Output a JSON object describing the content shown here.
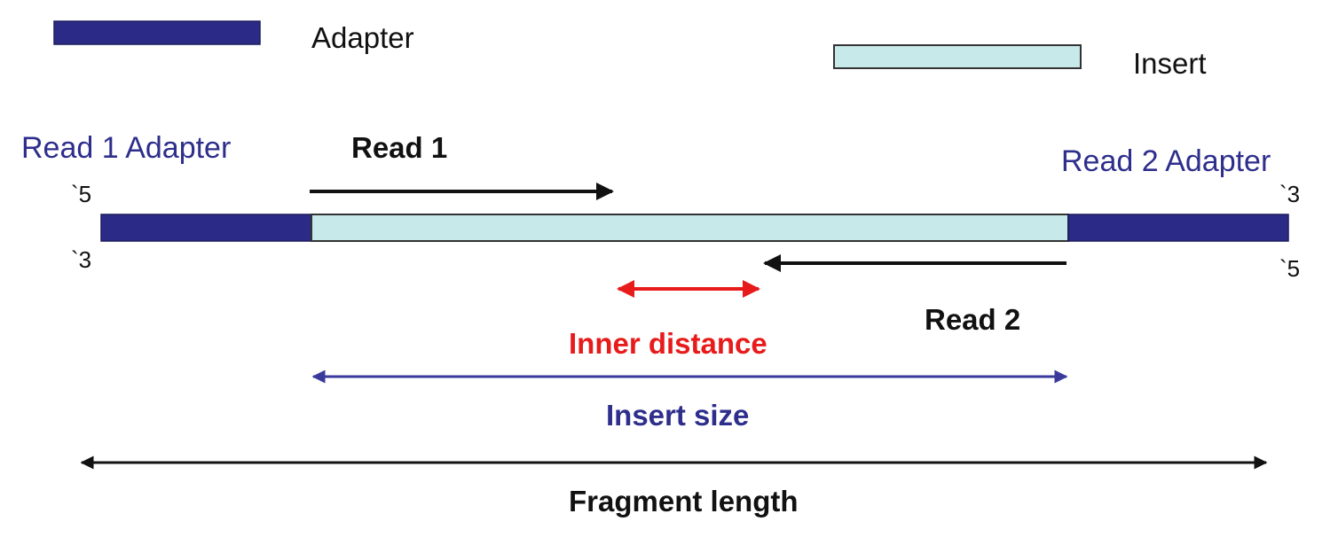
{
  "legend": {
    "adapter_label": "Adapter",
    "insert_label": "Insert"
  },
  "labels": {
    "read1_adapter": "Read 1 Adapter",
    "read2_adapter": "Read 2 Adapter",
    "read1": "Read 1",
    "read2": "Read 2",
    "top_left_end": "`5",
    "top_right_end": "`3",
    "bottom_left_end": "`3",
    "bottom_right_end": "`5"
  },
  "measures": {
    "inner_distance": "Inner distance",
    "insert_size": "Insert size",
    "fragment_length": "Fragment length"
  },
  "colors": {
    "adapter_fill": "#2b2b87",
    "insert_fill": "#c8e9ea",
    "adapter_text": "#2e2e8c",
    "inner_distance": "#e81b1b",
    "insert_size": "#2e2e8c",
    "fragment_length": "#111111"
  }
}
